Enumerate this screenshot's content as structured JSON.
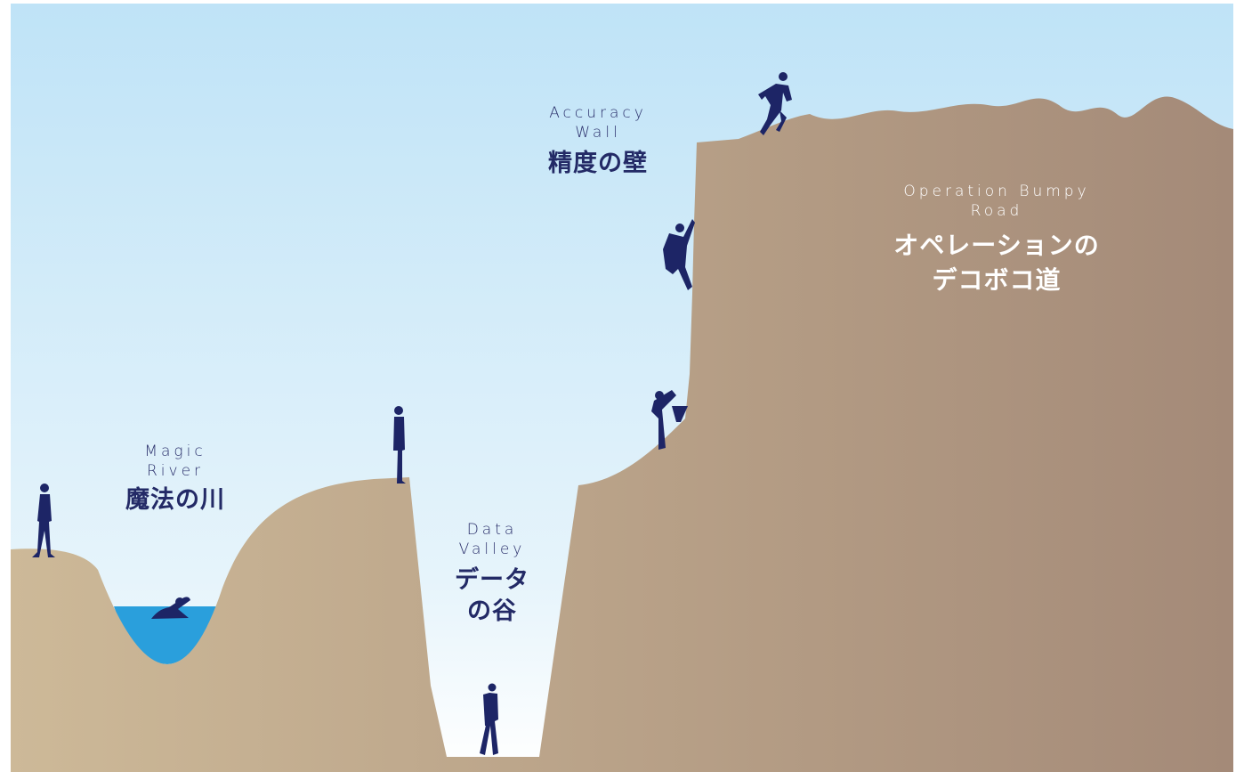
{
  "labels": {
    "magic_river": {
      "en_line1": "Magic",
      "en_line2": "River",
      "ja": "魔法の川"
    },
    "data_valley": {
      "en_line1": "Data",
      "en_line2": "Valley",
      "ja_line1": "データ",
      "ja_line2": "の谷"
    },
    "accuracy_wall": {
      "en_line1": "Accuracy",
      "en_line2": "Wall",
      "ja": "精度の壁"
    },
    "operation_road": {
      "en_line1": "Operation Bumpy",
      "en_line2": "Road",
      "ja_line1": "オペレーションの",
      "ja_line2": "デコボコ道"
    }
  },
  "colors": {
    "sky_top": "#bfe3f7",
    "sky_bottom": "#ffffff",
    "ground_left": "#cdb998",
    "ground_right": "#a48a78",
    "water": "#2a9fdc",
    "figure": "#1d2566",
    "label_dark": "#2a2f6b",
    "label_light": "#ffffff"
  },
  "figures": [
    "walking-person-icon",
    "swimmer-icon",
    "standing-person-icon",
    "backpacker-icon",
    "bending-person-icon",
    "climber-icon",
    "runner-icon"
  ]
}
